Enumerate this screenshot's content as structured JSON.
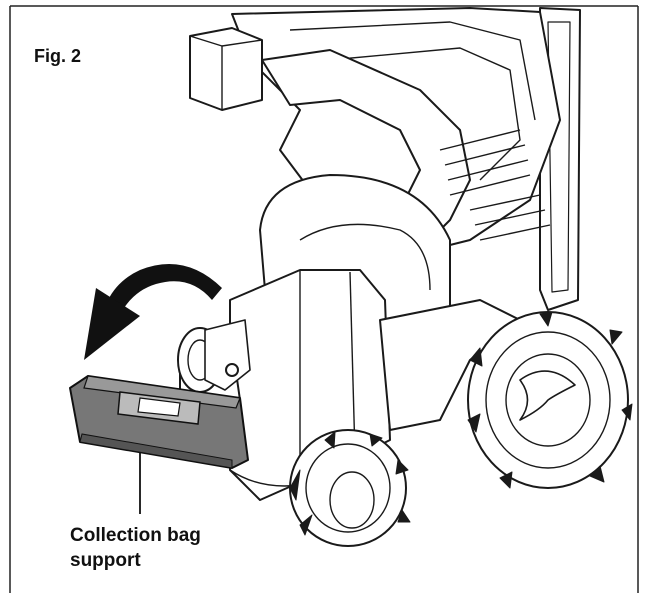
{
  "figure": {
    "label": "Fig. 2",
    "callout_line1": "Collection bag",
    "callout_line2": "support"
  },
  "colors": {
    "background": "#ffffff",
    "line": "#1a1a1a",
    "bag_support_fill": "#777777",
    "arrow": "#111111"
  }
}
